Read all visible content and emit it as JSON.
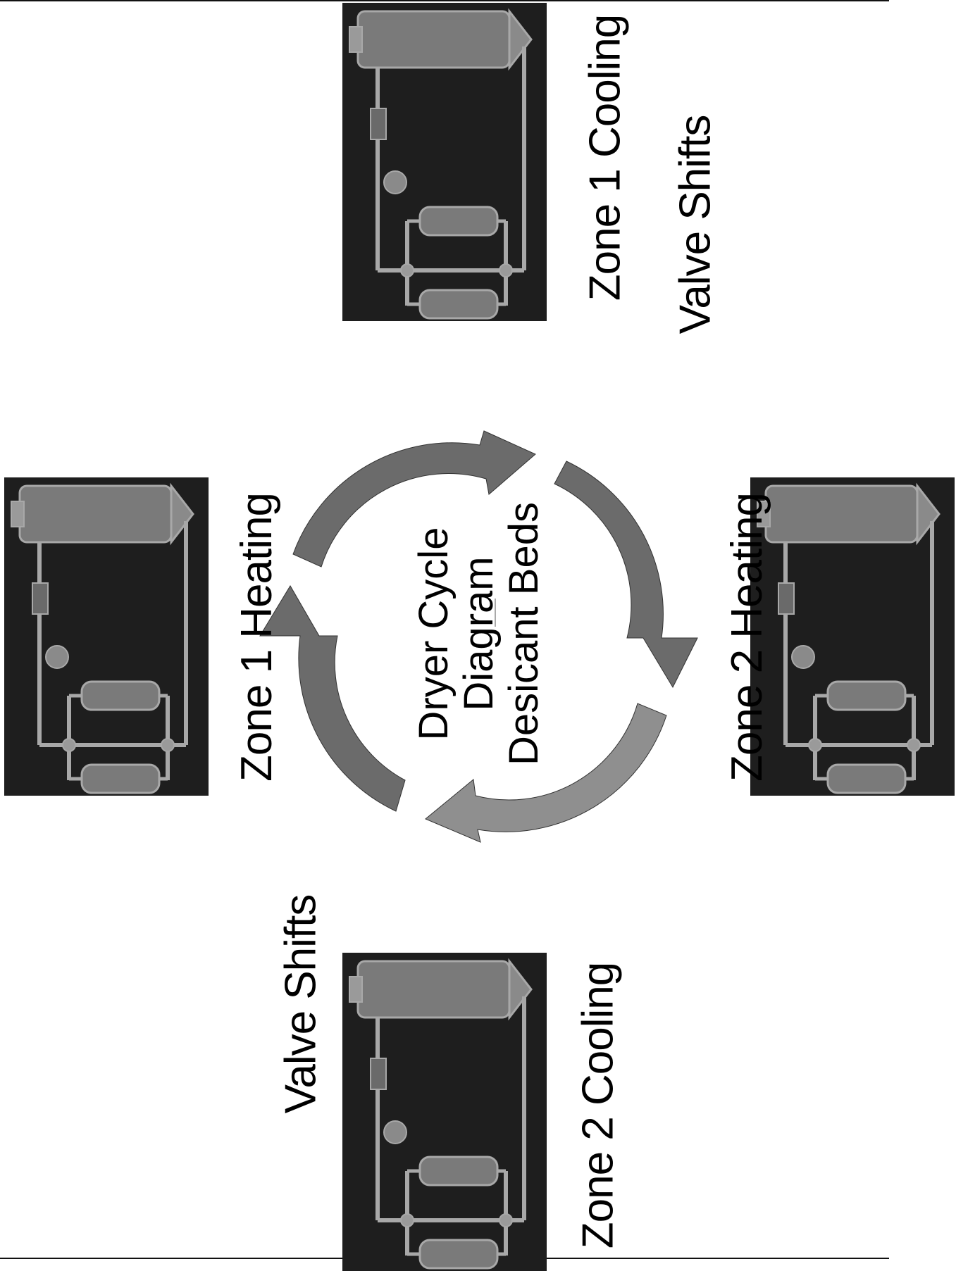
{
  "center": {
    "line1": "Dryer Cycle",
    "line2": "Diagram",
    "line3": "Desicant Beds"
  },
  "stages": {
    "zone1_heating": "Zone 1 Heating",
    "zone1_cooling": "Zone 1 Cooling",
    "zone2_heating": "Zone 2 Heating",
    "zone2_cooling": "Zone 2 Cooling"
  },
  "transitions": {
    "valve_shifts_top": "Valve Shifts",
    "valve_shifts_bottom": "Valve Shifts"
  },
  "colors": {
    "arrow_dark": "#6b6b6b",
    "arrow_light": "#8f8f8f",
    "panel_bg": "#1e1e1e",
    "equipment": "#a8a8a8"
  }
}
